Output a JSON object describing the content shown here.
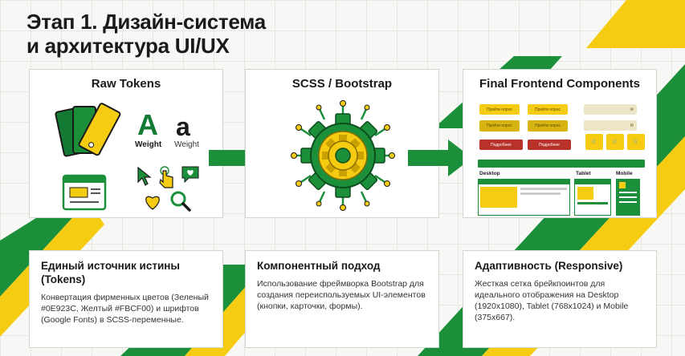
{
  "title_line1": "Этап 1. Дизайн-система",
  "title_line2": "и архитектура UI/UX",
  "cards": [
    {
      "title": "Raw Tokens"
    },
    {
      "title": "SCSS / Bootstrap"
    },
    {
      "title": "Final Frontend Components"
    }
  ],
  "tokens": {
    "glyph_bold": "A",
    "glyph_regular": "a",
    "weight_bold": "Weight",
    "weight_regular": "Weight"
  },
  "components": {
    "button_a": "Пройти опрос",
    "button_b": "Пройти опрос",
    "button_c": "Пройти опрос",
    "button_d": "Пройти опрос",
    "details_a": "Подробнее",
    "details_b": "Подробнее",
    "screens": {
      "desktop": "Desktop",
      "tablet": "Tablet",
      "mobile": "Mobile"
    }
  },
  "descriptions": [
    {
      "heading": "Единый источник истины (Tokens)",
      "text": "Конвертация фирменных цветов (Зеленый #0E923C, Желтый #FBCF00) и шрифтов (Google Fonts) в SCSS-переменные."
    },
    {
      "heading": "Компонентный подход",
      "text": "Использование фреймворка Bootstrap для создания переиспользуемых UI-элементов (кнопки, карточки, формы)."
    },
    {
      "heading": "Адаптивность (Responsive)",
      "text": "Жесткая сетка брейкпоинтов для идеального отображения на Desktop (1920x1080), Tablet (768x1024) и Mobile (375x667)."
    }
  ],
  "colors": {
    "green": "#0E923C",
    "yellow": "#FBCF00",
    "dark_green": "#137a33"
  }
}
